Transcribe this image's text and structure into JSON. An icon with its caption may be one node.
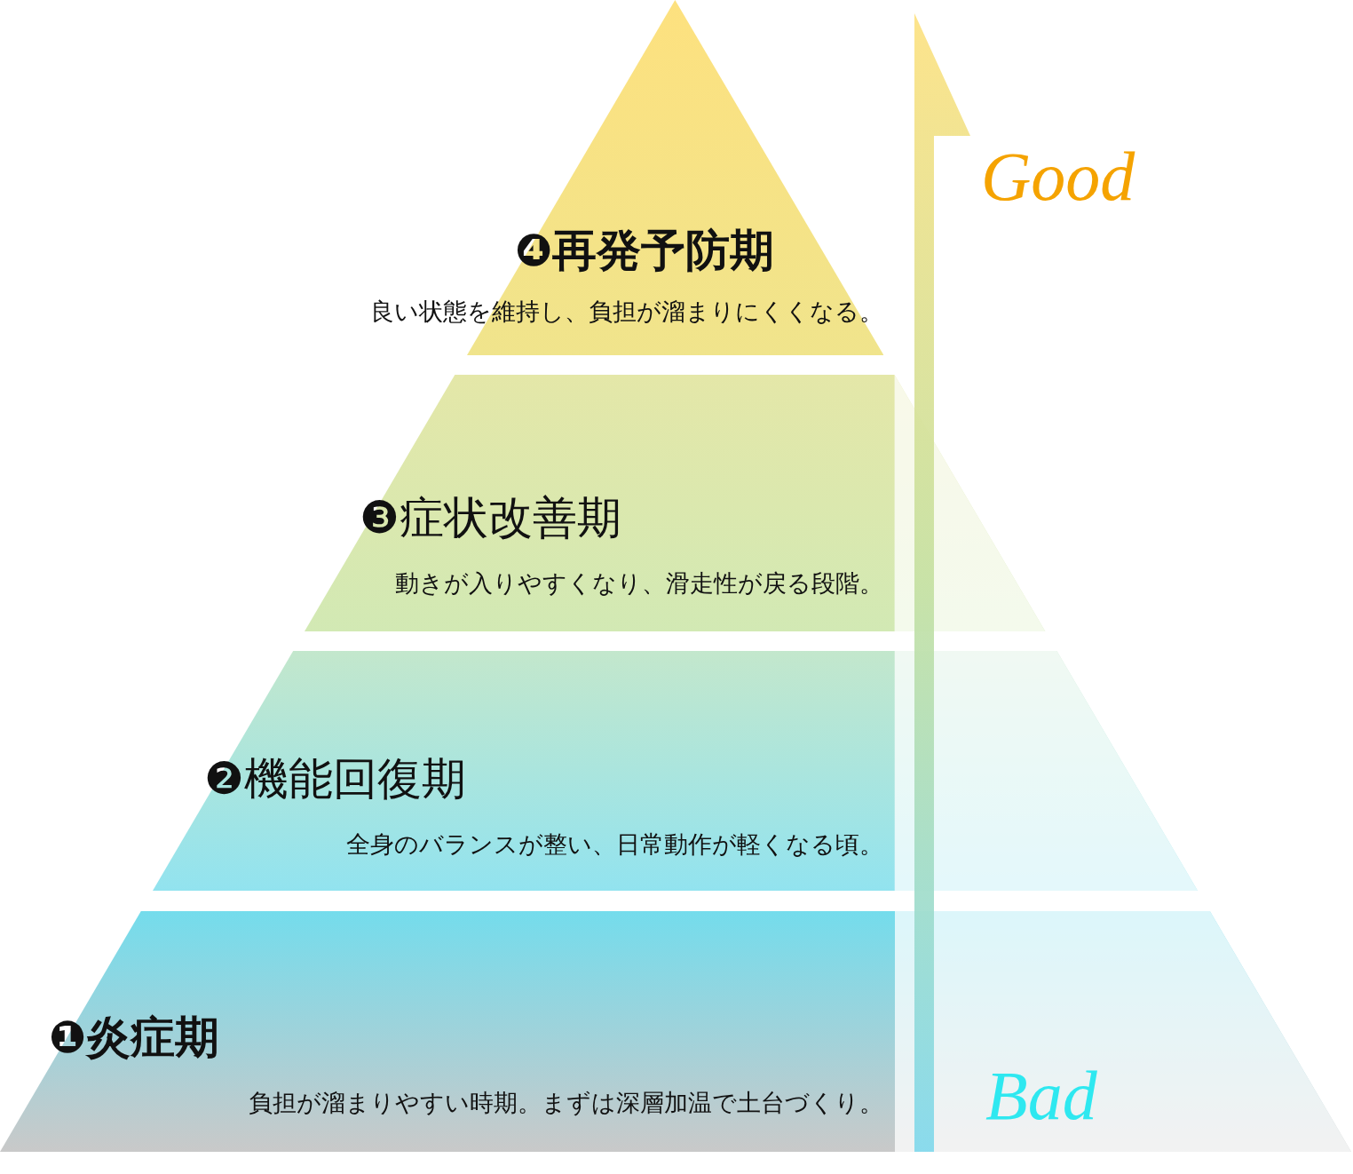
{
  "diagram": {
    "nodes": [
      {
        "text": [
          "❹再発予防期",
          "良い状態を維持し、負担が溜まりにくくなる。"
        ]
      },
      {
        "text": [
          "❸症状改善期",
          "動きが入りやすくなり、滑走性が戻る段階。"
        ]
      },
      {
        "text": [
          "❷機能回復期",
          "全身のバランスが整い、日常動作が軽くなる頃。"
        ]
      },
      {
        "text": [
          "❶炎症期",
          "負担が溜まりやすい時期。まずは深層加温で土台づくり。"
        ]
      }
    ],
    "edges": [],
    "labels": [
      "Good",
      "Bad"
    ]
  }
}
